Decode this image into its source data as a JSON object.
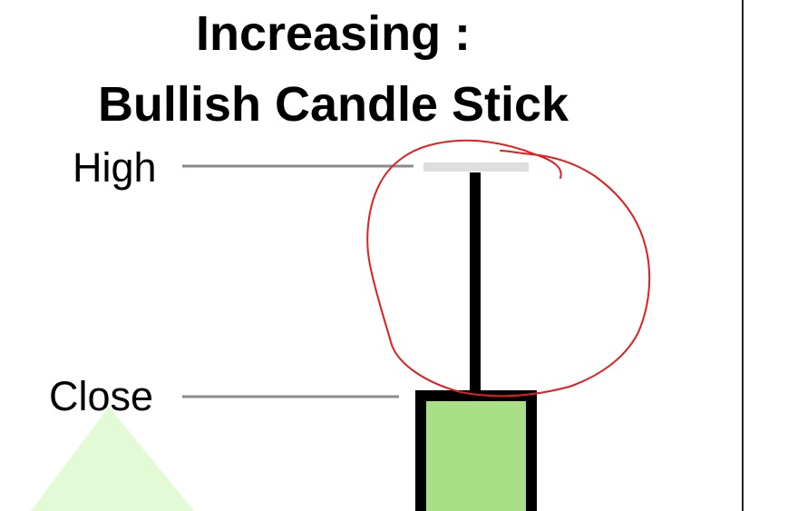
{
  "title": {
    "line1": "Increasing :",
    "line2": "Bullish Candle Stick"
  },
  "labels": {
    "high": "High",
    "close": "Close"
  },
  "colors": {
    "candle_body": "#a9df87",
    "candle_outline": "#000000",
    "wick": "#000000",
    "leader_line": "#8a8a8a",
    "high_marker": "#dedede",
    "annotation_circle": "#e02020",
    "decor_triangle": "#e2fbd6",
    "frame_border": "#222222"
  },
  "icons": {
    "annotation": "hand-drawn-red-circle",
    "decoration": "green-triangle"
  }
}
